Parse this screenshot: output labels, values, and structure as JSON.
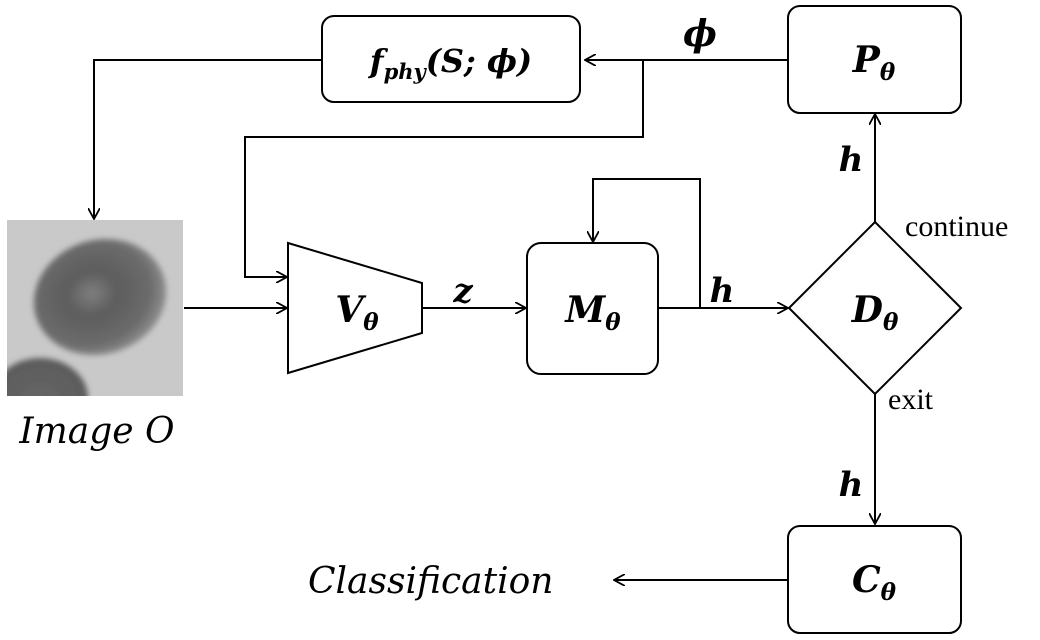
{
  "nodes": {
    "physics": {
      "prefix": "f",
      "sub": "phy",
      "args": "(S; ϕ)"
    },
    "policy": {
      "main": "P",
      "sub": "θ"
    },
    "vision": {
      "main": "V",
      "sub": "θ"
    },
    "memory": {
      "main": "M",
      "sub": "θ"
    },
    "decision": {
      "main": "D",
      "sub": "θ"
    },
    "classifier": {
      "main": "C",
      "sub": "θ"
    }
  },
  "edges": {
    "phi": "ϕ",
    "z": "z",
    "h_memory_to_decision": "h",
    "h_decision_to_policy": "h",
    "h_decision_to_classifier": "h",
    "continue": "continue",
    "exit": "exit"
  },
  "image": {
    "caption": "Image O"
  },
  "output": {
    "label": "Classification"
  },
  "colors": {
    "stroke": "#000000",
    "background": "#ffffff",
    "image_background": "#c9c9c9",
    "cell_dark": "#6a6a6a"
  }
}
